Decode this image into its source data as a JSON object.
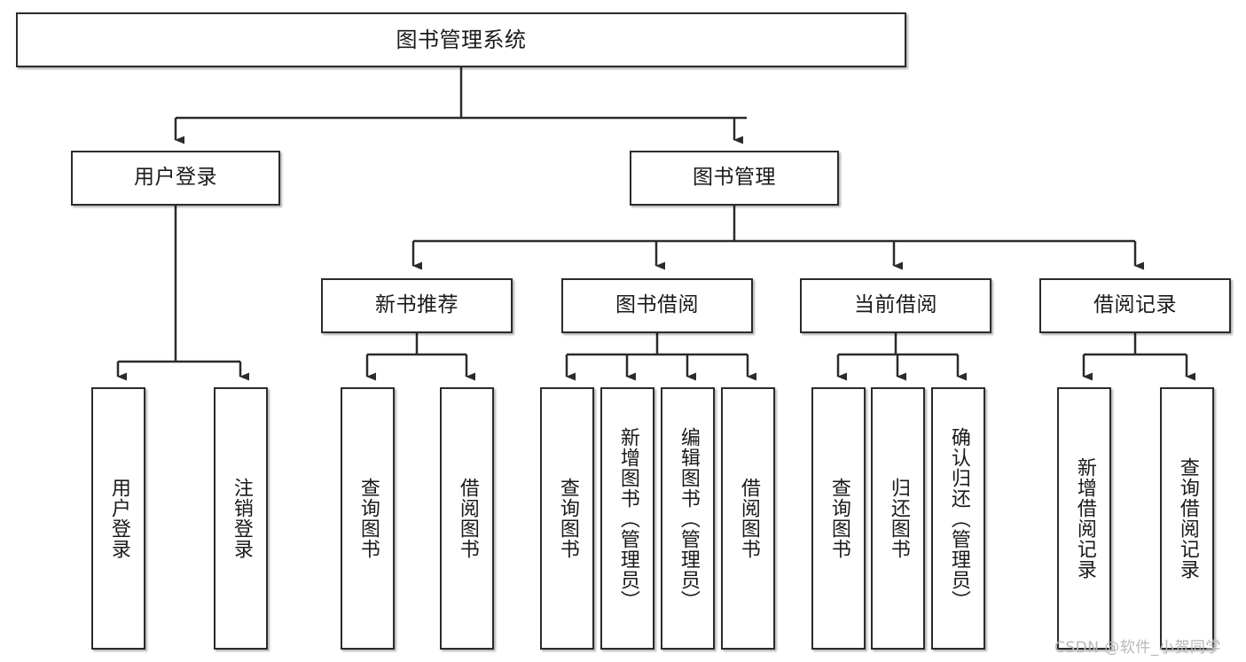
{
  "diagram": {
    "title": "图书管理系统",
    "type": "tree-hierarchy",
    "watermark": "CSDN @软件_小贺同学",
    "colors": {
      "box_border": "#2b2b2b",
      "box_fill": "#ffffff",
      "connector": "#3a3a3a",
      "text": "#1a1a1a",
      "watermark": "#b8b8b8"
    },
    "nodes": {
      "root": {
        "label": "图书管理系统"
      },
      "level1": [
        {
          "label": "用户登录"
        },
        {
          "label": "图书管理"
        }
      ],
      "level2": [
        {
          "label": "新书推荐"
        },
        {
          "label": "图书借阅"
        },
        {
          "label": "当前借阅"
        },
        {
          "label": "借阅记录"
        }
      ],
      "leaves": {
        "user_login": [
          {
            "label": "用户登录"
          },
          {
            "label": "注销登录"
          }
        ],
        "new_book_recommend": [
          {
            "label": "查询图书"
          },
          {
            "label": "借阅图书"
          }
        ],
        "book_borrow": [
          {
            "label": "查询图书"
          },
          {
            "label": "新增图书（管理员）"
          },
          {
            "label": "编辑图书（管理员）"
          },
          {
            "label": "借阅图书"
          }
        ],
        "current_borrow": [
          {
            "label": "查询图书"
          },
          {
            "label": "归还图书"
          },
          {
            "label": "确认归还（管理员）"
          }
        ],
        "borrow_record": [
          {
            "label": "新增借阅记录"
          },
          {
            "label": "查询借阅记录"
          }
        ]
      }
    }
  }
}
